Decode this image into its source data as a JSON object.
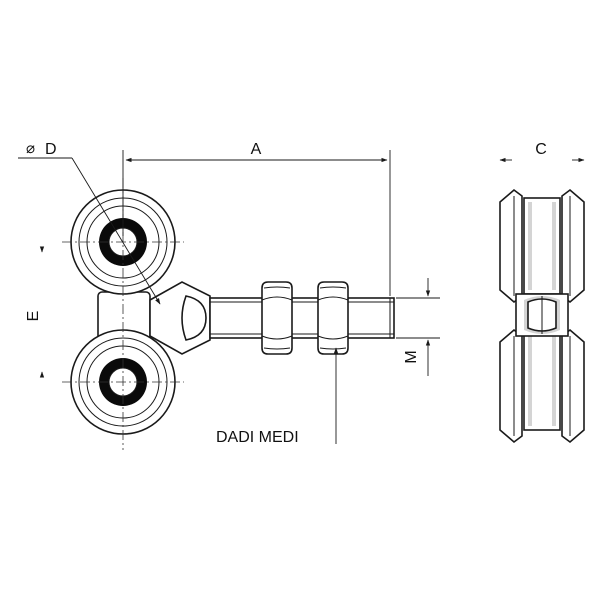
{
  "diagram": {
    "labels": {
      "dim_diameter": "D",
      "diameter_symbol": "⌀",
      "dim_length": "A",
      "dim_width": "C",
      "dim_spacing": "E",
      "dim_thread": "M",
      "nuts_callout": "DADI MEDI"
    },
    "colors": {
      "line": "#1a1a1a",
      "bore_fill": "#0a0a0a",
      "shade": "#d4d4d4"
    }
  }
}
